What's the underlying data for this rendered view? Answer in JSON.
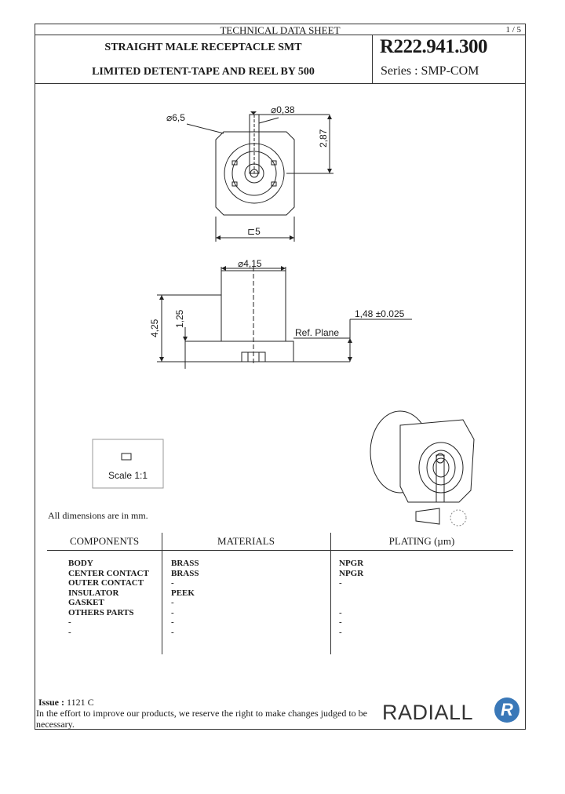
{
  "header": {
    "sheet_title": "TECHNICAL DATA SHEET",
    "page": "1 / 5",
    "product_line1": "STRAIGHT MALE RECEPTACLE SMT",
    "product_line2": "LIMITED DETENT-TAPE AND REEL BY 500",
    "part_number": "R222.941.300",
    "series": "Series : SMP-COM"
  },
  "drawing": {
    "dim_diam_body": "6,5",
    "dim_diam_pin": "0,38",
    "dim_height_pin": "2,87",
    "dim_square": "5",
    "dim_diam_side": "4,15",
    "dim_total_height": "4,25",
    "dim_flange_height": "1,25",
    "dim_ref_plane": "1,48 ±0.025",
    "ref_plane_label": "Ref. Plane",
    "scale_label": "Scale 1:1"
  },
  "note_dimensions": "All dimensions are in mm.",
  "table": {
    "headers": [
      "COMPONENTS",
      "MATERIALS",
      "PLATING (µm)"
    ],
    "rows": [
      {
        "component": "BODY",
        "material": "BRASS",
        "plating": "NPGR"
      },
      {
        "component": "CENTER CONTACT",
        "material": "BRASS",
        "plating": "NPGR"
      },
      {
        "component": "OUTER CONTACT",
        "material": "-",
        "plating": "-"
      },
      {
        "component": "INSULATOR",
        "material": "PEEK",
        "plating": ""
      },
      {
        "component": "GASKET",
        "material": "-",
        "plating": ""
      },
      {
        "component": "OTHERS PARTS",
        "material": "-",
        "plating": "-"
      },
      {
        "component": "-",
        "material": "-",
        "plating": "-"
      },
      {
        "component": "-",
        "material": "-",
        "plating": "-"
      }
    ]
  },
  "footer": {
    "issue_label": "Issue :",
    "issue_value": "1121   C",
    "disclaimer_line1": "In the effort to improve our products, we reserve the right to make changes judged to be",
    "disclaimer_line2": "necessary.",
    "logo_text": "RADIALL",
    "logo_mark": "R"
  },
  "colors": {
    "line": "#333333",
    "logo_blue": "#3a78b8"
  }
}
